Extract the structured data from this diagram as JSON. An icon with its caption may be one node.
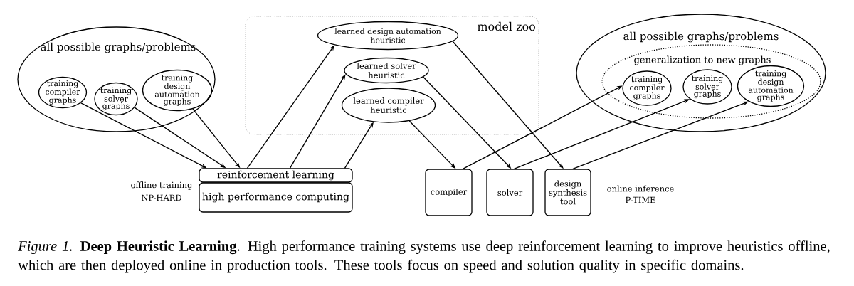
{
  "diagram": {
    "caption": "*Figure 1.* **Deep Heuristic Learning**. High performance training systems use deep reinforcement learning to improve heuristics offline, which are then deployed online in production tools. These tools focus on speed and solution quality in specific domains.",
    "nodes": [
      {
        "text": [
          "all possible graphs/problems"
        ]
      },
      {
        "text": [
          "training compiler graphs"
        ],
        "in": 0
      },
      {
        "text": [
          "training solver graphs"
        ],
        "in": 0
      },
      {
        "text": [
          "training design automation graphs"
        ],
        "in": 0
      },
      {
        "text": [
          "model zoo"
        ]
      },
      {
        "text": [
          "learned design automation heuristic"
        ],
        "in": 4
      },
      {
        "text": [
          "learned solver heuristic"
        ],
        "in": 4
      },
      {
        "text": [
          "learned compiler heuristic"
        ],
        "in": 4
      },
      {
        "text": [
          "reinforcement learning"
        ]
      },
      {
        "text": [
          "high performance computing"
        ]
      },
      {
        "text": [
          "compiler"
        ]
      },
      {
        "text": [
          "solver"
        ]
      },
      {
        "text": [
          "design synthesis tool"
        ]
      },
      {
        "text": [
          "all possible graphs/problems"
        ]
      },
      {
        "text": [
          "generalization to new graphs"
        ],
        "in": 13
      },
      {
        "text": [
          "training compiler graphs"
        ],
        "in": 14
      },
      {
        "text": [
          "training solver graphs"
        ],
        "in": 14
      },
      {
        "text": [
          "training design automation graphs"
        ],
        "in": 14
      }
    ],
    "edges": [
      {
        "from": 1,
        "to": 8,
        "arrow": "to"
      },
      {
        "from": 2,
        "to": 8,
        "arrow": "to"
      },
      {
        "from": 3,
        "to": 8,
        "arrow": "to"
      },
      {
        "from": 8,
        "to": 5,
        "arrow": "to"
      },
      {
        "from": 8,
        "to": 6,
        "arrow": "to"
      },
      {
        "from": 8,
        "to": 7,
        "arrow": "to"
      },
      {
        "from": 7,
        "to": 10,
        "arrow": "to"
      },
      {
        "from": 6,
        "to": 11,
        "arrow": "to"
      },
      {
        "from": 5,
        "to": 12,
        "arrow": "to"
      },
      {
        "from": 10,
        "to": 15,
        "arrow": "to"
      },
      {
        "from": 11,
        "to": 16,
        "arrow": "to"
      },
      {
        "from": 12,
        "to": 17,
        "arrow": "to"
      }
    ],
    "labels": [
      "offline training",
      "NP-HARD",
      "online inference",
      "P-TIME"
    ]
  }
}
